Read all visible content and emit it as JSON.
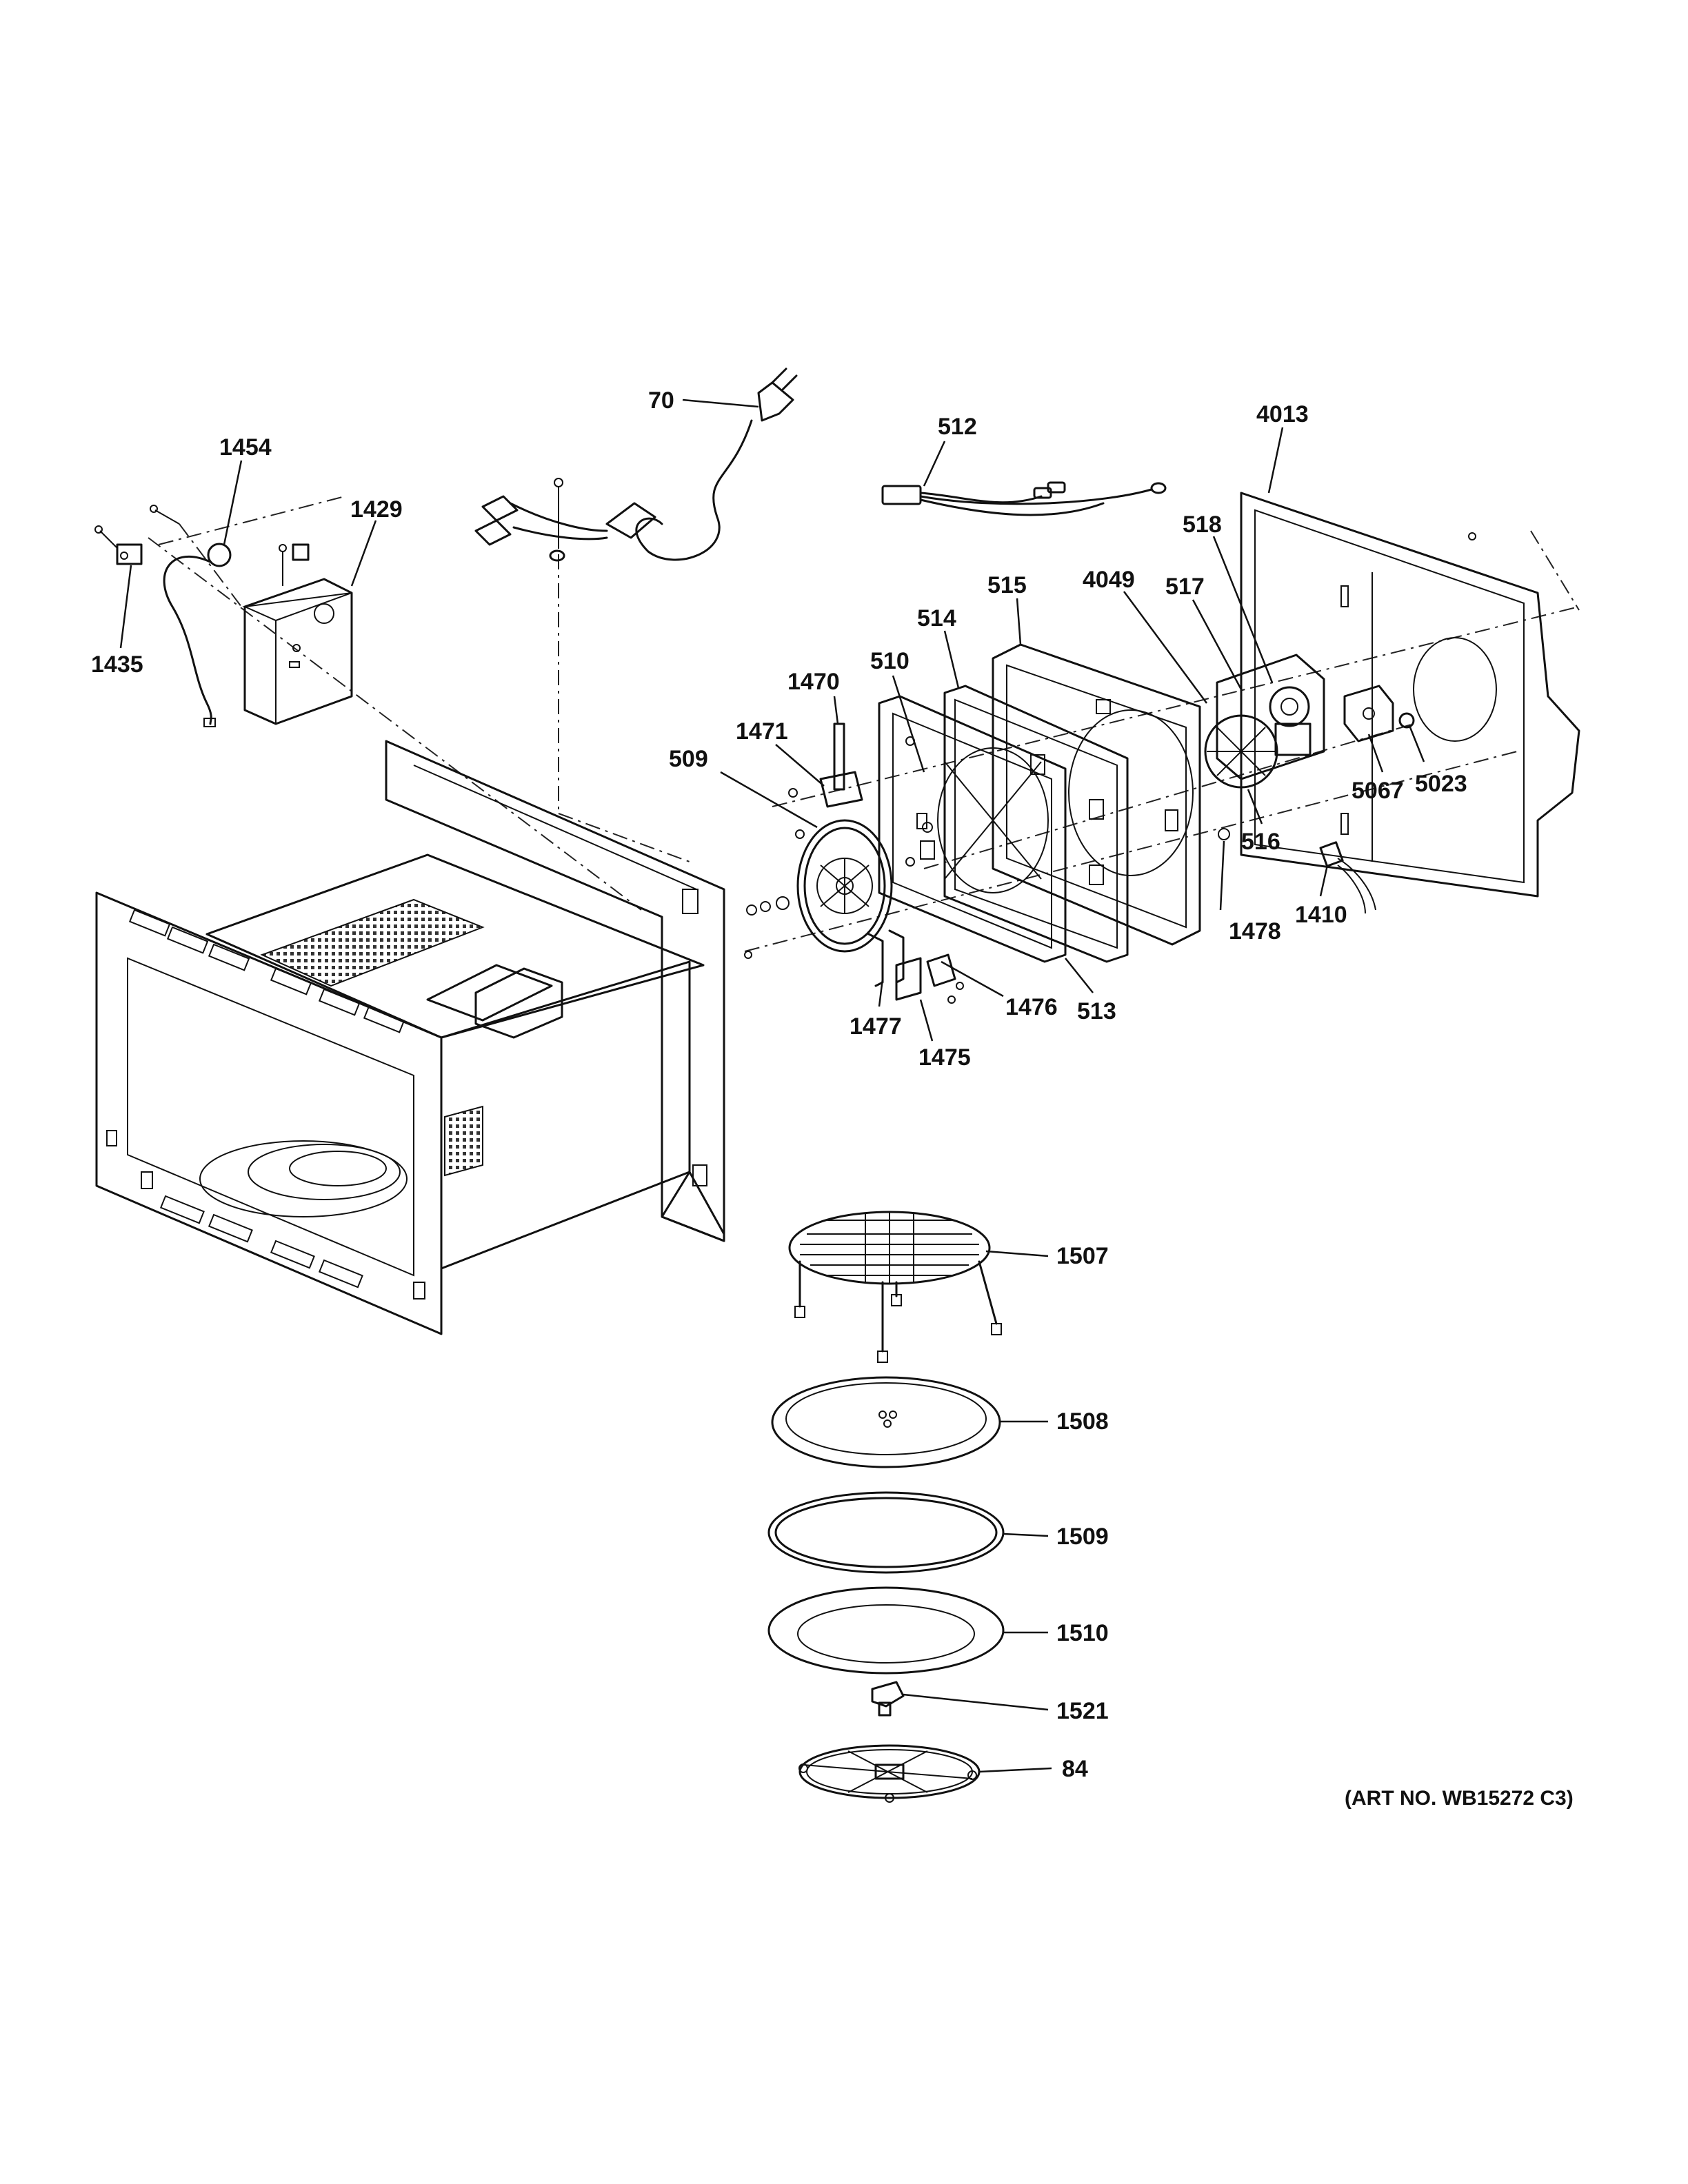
{
  "callouts": {
    "c70": "70",
    "c512": "512",
    "c4013": "4013",
    "c1454": "1454",
    "c1429": "1429",
    "c1435": "1435",
    "c518": "518",
    "c515": "515",
    "c4049": "4049",
    "c517": "517",
    "c514": "514",
    "c510": "510",
    "c1470": "1470",
    "c1471": "1471",
    "c509": "509",
    "c5067": "5067",
    "c5023": "5023",
    "c516": "516",
    "c1478": "1478",
    "c1410": "1410",
    "c1476": "1476",
    "c513": "513",
    "c1477": "1477",
    "c1475": "1475",
    "c1507": "1507",
    "c1508": "1508",
    "c1509": "1509",
    "c1510": "1510",
    "c1521": "1521",
    "c84": "84"
  },
  "art_number": "(ART NO. WB15272 C3)"
}
